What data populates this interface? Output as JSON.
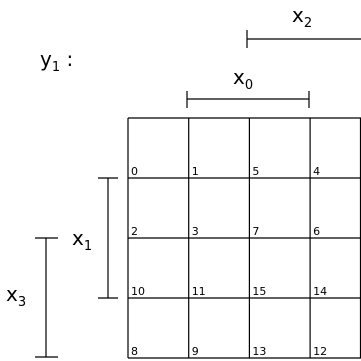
{
  "title": "y",
  "title_subscript": "1",
  "title_suffix": " :",
  "variables": {
    "x0": {
      "letter": "x",
      "index": "0"
    },
    "x1": {
      "letter": "x",
      "index": "1"
    },
    "x2": {
      "letter": "x",
      "index": "2"
    },
    "x3": {
      "letter": "x",
      "index": "3"
    }
  },
  "grid": {
    "rows": [
      [
        "0",
        "1",
        "5",
        "4"
      ],
      [
        "2",
        "3",
        "7",
        "6"
      ],
      [
        "10",
        "11",
        "15",
        "14"
      ],
      [
        "8",
        "9",
        "13",
        "12"
      ]
    ]
  }
}
